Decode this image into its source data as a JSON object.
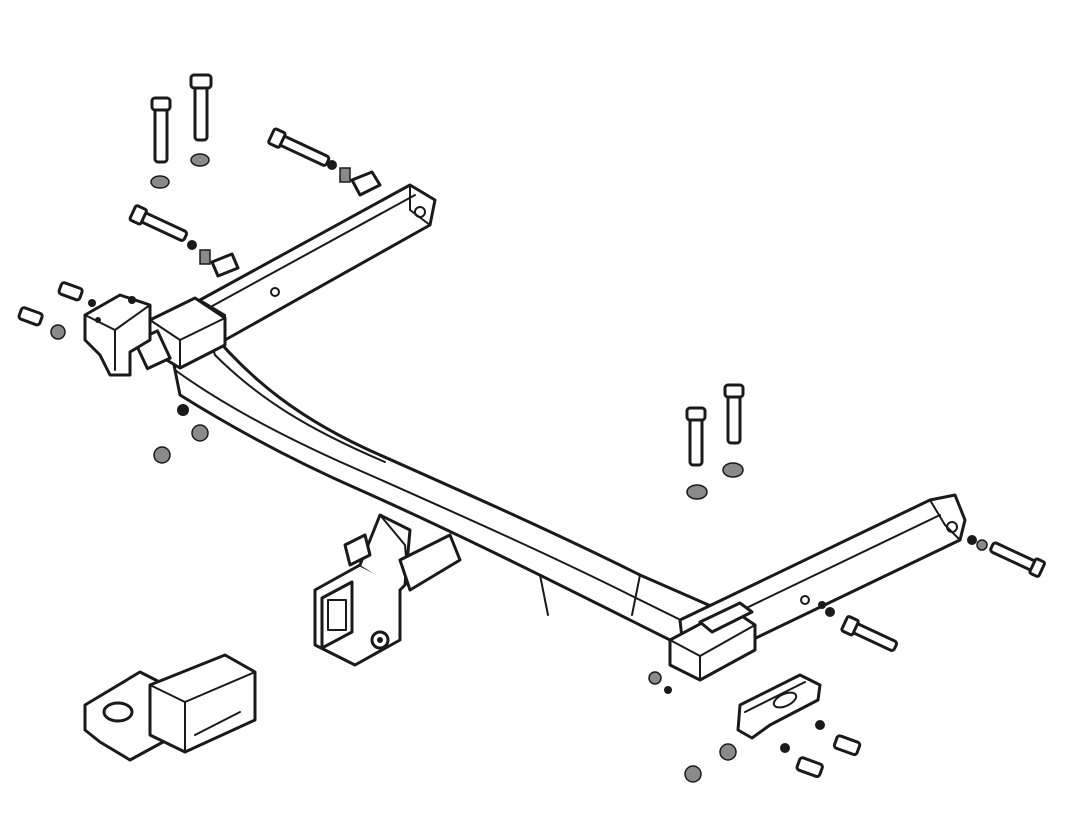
{
  "diagram": {
    "parts": [
      {
        "id": "crossbar",
        "icon": "hitch-crossbar-icon"
      },
      {
        "id": "left-side-arm",
        "icon": "mounting-arm-icon"
      },
      {
        "id": "right-side-arm",
        "icon": "mounting-arm-icon"
      },
      {
        "id": "receiver-tube",
        "icon": "receiver-tube-icon"
      },
      {
        "id": "ball-mount",
        "icon": "ball-mount-icon"
      },
      {
        "id": "left-bracket",
        "icon": "bracket-icon"
      },
      {
        "id": "right-bracket",
        "icon": "bracket-icon"
      },
      {
        "id": "fasteners",
        "icon": "bolt-icon"
      }
    ],
    "colors": {
      "line": "#1a1a1a",
      "background": "#ffffff",
      "shade": "#8a8a8a"
    }
  }
}
